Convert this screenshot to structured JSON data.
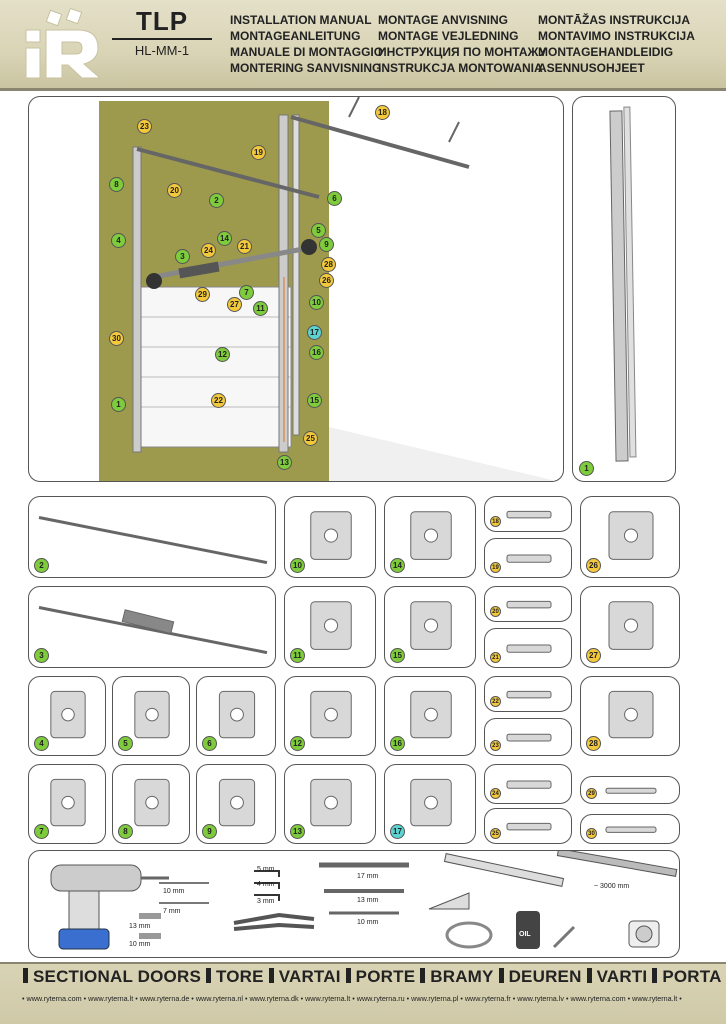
{
  "header": {
    "model_code": "TLP",
    "model_sub": "HL-MM-1",
    "titles_col1": [
      "INSTALLATION MANUAL",
      "MONTAGEANLEITUNG",
      "MANUALE DI MONTAGGIO",
      "MONTERING SANVISNING"
    ],
    "titles_col2": [
      "MONTAGE ANVISNING",
      "MONTAGE VEJLEDNING",
      "ИНСТРУКЦИЯ ПО МОНТАЖУ",
      "INSTRUKCJA MONTOWANIA"
    ],
    "titles_col3": [
      "MONTĀŽAS INSTRUKCIJA",
      "MONTAVIMO INSTRUKCIJA",
      "MONTAGEHANDLEIDIG",
      "ASENNUSOHJEET"
    ]
  },
  "main_callouts": [
    {
      "n": "23",
      "c": "y"
    },
    {
      "n": "18",
      "c": "y"
    },
    {
      "n": "19",
      "c": "y"
    },
    {
      "n": "8",
      "c": "g"
    },
    {
      "n": "20",
      "c": "y"
    },
    {
      "n": "2",
      "c": "g"
    },
    {
      "n": "6",
      "c": "g"
    },
    {
      "n": "5",
      "c": "g"
    },
    {
      "n": "4",
      "c": "g"
    },
    {
      "n": "14",
      "c": "g"
    },
    {
      "n": "21",
      "c": "y"
    },
    {
      "n": "24",
      "c": "y"
    },
    {
      "n": "3",
      "c": "g"
    },
    {
      "n": "9",
      "c": "g"
    },
    {
      "n": "28",
      "c": "y"
    },
    {
      "n": "26",
      "c": "y"
    },
    {
      "n": "7",
      "c": "g"
    },
    {
      "n": "29",
      "c": "y"
    },
    {
      "n": "27",
      "c": "y"
    },
    {
      "n": "11",
      "c": "g"
    },
    {
      "n": "10",
      "c": "g"
    },
    {
      "n": "17",
      "c": "c"
    },
    {
      "n": "30",
      "c": "y"
    },
    {
      "n": "12",
      "c": "g"
    },
    {
      "n": "16",
      "c": "g"
    },
    {
      "n": "22",
      "c": "y"
    },
    {
      "n": "1",
      "c": "g"
    },
    {
      "n": "15",
      "c": "g"
    },
    {
      "n": "25",
      "c": "y"
    },
    {
      "n": "13",
      "c": "g"
    }
  ],
  "parts": [
    {
      "n": "1",
      "c": "g"
    },
    {
      "n": "2",
      "c": "g"
    },
    {
      "n": "10",
      "c": "g"
    },
    {
      "n": "14",
      "c": "g"
    },
    {
      "n": "18",
      "c": "y"
    },
    {
      "n": "19",
      "c": "y"
    },
    {
      "n": "26",
      "c": "y"
    },
    {
      "n": "3",
      "c": "g"
    },
    {
      "n": "11",
      "c": "g"
    },
    {
      "n": "15",
      "c": "g"
    },
    {
      "n": "20",
      "c": "y"
    },
    {
      "n": "21",
      "c": "y"
    },
    {
      "n": "27",
      "c": "y"
    },
    {
      "n": "4",
      "c": "g"
    },
    {
      "n": "5",
      "c": "g"
    },
    {
      "n": "6",
      "c": "g"
    },
    {
      "n": "12",
      "c": "g"
    },
    {
      "n": "16",
      "c": "g"
    },
    {
      "n": "22",
      "c": "y"
    },
    {
      "n": "23",
      "c": "y"
    },
    {
      "n": "28",
      "c": "y"
    },
    {
      "n": "7",
      "c": "g"
    },
    {
      "n": "8",
      "c": "g"
    },
    {
      "n": "9",
      "c": "g"
    },
    {
      "n": "13",
      "c": "g"
    },
    {
      "n": "17",
      "c": "c"
    },
    {
      "n": "24",
      "c": "y"
    },
    {
      "n": "25",
      "c": "y"
    },
    {
      "n": "29",
      "c": "y"
    },
    {
      "n": "30",
      "c": "y"
    }
  ],
  "tools": {
    "drill_bits": [
      "10 mm",
      "7 mm",
      "13 mm",
      "10 mm"
    ],
    "hex_keys": [
      "5 mm",
      "4 mm",
      "3 mm"
    ],
    "wrenches": [
      "17 mm",
      "13 mm",
      "10 mm"
    ],
    "rail_length": "~ 3000 mm",
    "oil_label": "OIL"
  },
  "footer": {
    "categories": [
      "SECTIONAL DOORS",
      "TORE",
      "VARTAI",
      "PORTE",
      "BRAMY",
      "DEUREN",
      "VARTI",
      "PORTA"
    ],
    "websites": "• www.ryterna.com • www.ryterna.lt • www.ryterna.de • www.ryterna.nl • www.ryterna.dk • www.ryterna.lt • www.ryterna.ru • www.ryterna.pl • www.ryterna.fr • www.ryterna.lv • www.ryterna.com • www.ryterna.lt •"
  }
}
